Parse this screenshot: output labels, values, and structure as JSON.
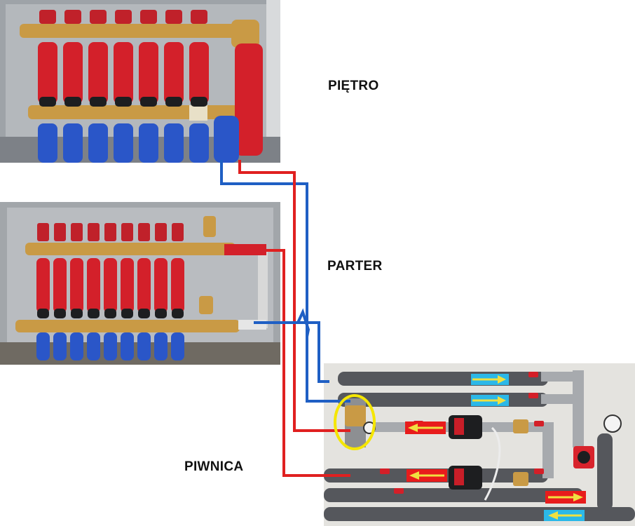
{
  "labels": {
    "upper": "PIĘTRO",
    "ground": "PARTER",
    "basement": "PIWNICA"
  },
  "colors": {
    "supply": "#e02020",
    "return": "#1f5fc4",
    "insulation_red": "#d3202a",
    "insulation_blue": "#2a56c8",
    "brass": "#c99a45",
    "pipe_gray": "#55575c",
    "marker": "#f5e600"
  }
}
